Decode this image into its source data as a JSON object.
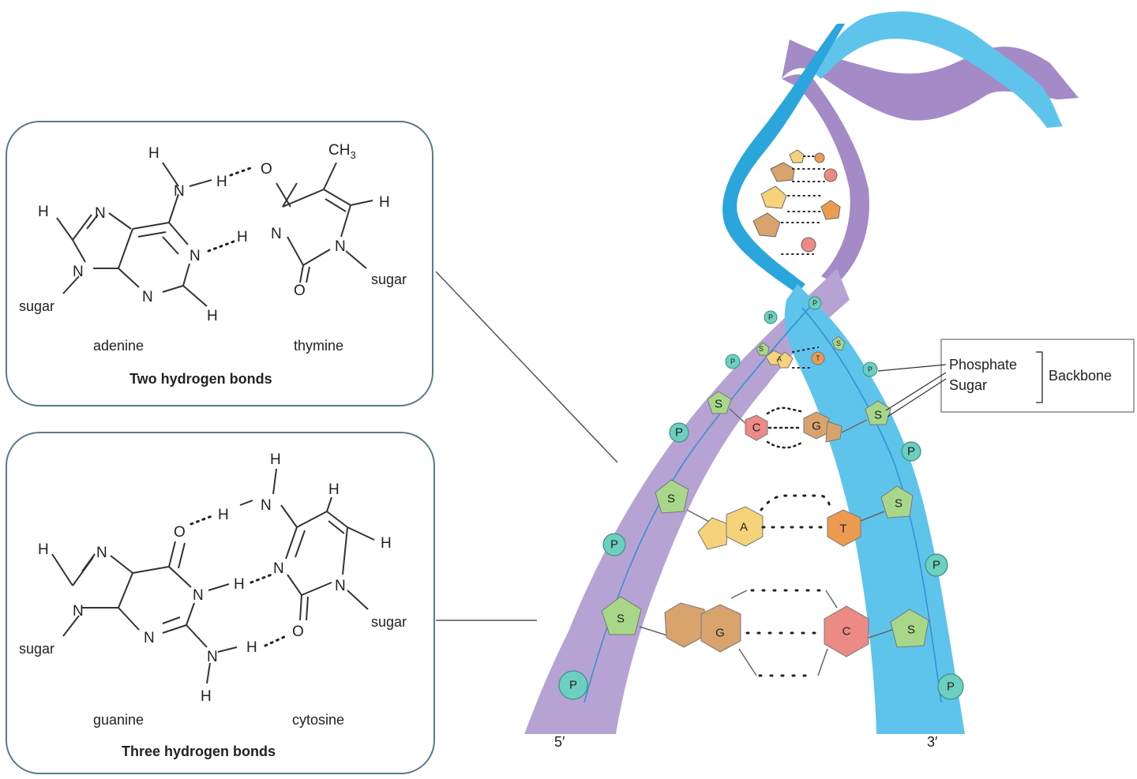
{
  "box_top": {
    "molecules": [
      "adenine",
      "thymine"
    ],
    "caption": "Two hydrogen bonds",
    "sugar_label": "sugar",
    "methyl": "CH",
    "methyl_sub": "3"
  },
  "box_bottom": {
    "molecules": [
      "guanine",
      "cytosine"
    ],
    "caption": "Three hydrogen bonds",
    "sugar_label": "sugar"
  },
  "atoms": {
    "H": "H",
    "N": "N",
    "O": "O"
  },
  "helix": {
    "end_left": "5′",
    "end_right": "3′",
    "phosphate": "P",
    "sugar": "S",
    "bases": {
      "A": "A",
      "T": "T",
      "G": "G",
      "C": "C"
    }
  },
  "legend": {
    "phosphate": "Phosphate",
    "sugar": "Sugar",
    "backbone": "Backbone"
  },
  "colors": {
    "strand_left": "#b6a3d3",
    "strand_right": "#5fc4ec",
    "phosphate": "#6ccfbf",
    "sugar": "#a8d78a",
    "adenine": "#f6d37a",
    "thymine": "#ee9b52",
    "guanine": "#d9a36e",
    "cytosine": "#ec8a86",
    "box_border": "#5a7a88"
  }
}
